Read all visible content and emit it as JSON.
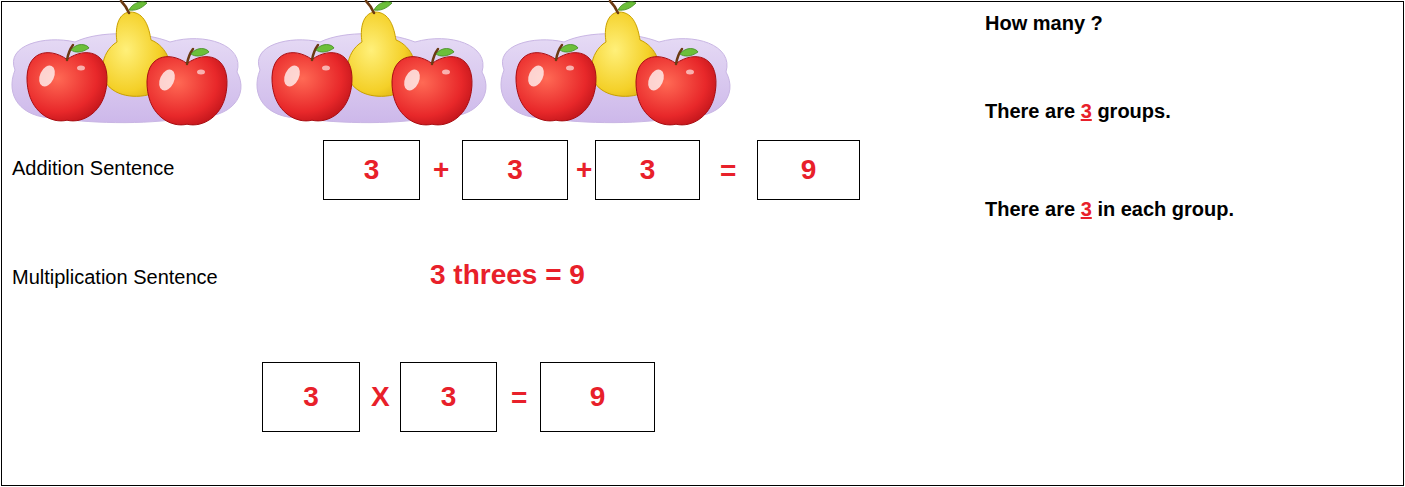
{
  "diagram": {
    "nodes": [
      {
        "text": [
          "3"
        ]
      },
      {
        "text": [
          "3"
        ]
      },
      {
        "text": [
          "3"
        ]
      },
      {
        "text": [
          "9"
        ]
      },
      {
        "text": [
          "3"
        ]
      },
      {
        "text": [
          "3"
        ]
      },
      {
        "text": [
          "9"
        ]
      }
    ],
    "labels": [
      "How many ?",
      "There are",
      "3",
      "groups.",
      "There are",
      "3",
      "in each group.",
      "Addition Sentence",
      "+",
      "+",
      "=",
      "Multiplication Sentence",
      "3 threes = 9",
      "X",
      "="
    ]
  }
}
